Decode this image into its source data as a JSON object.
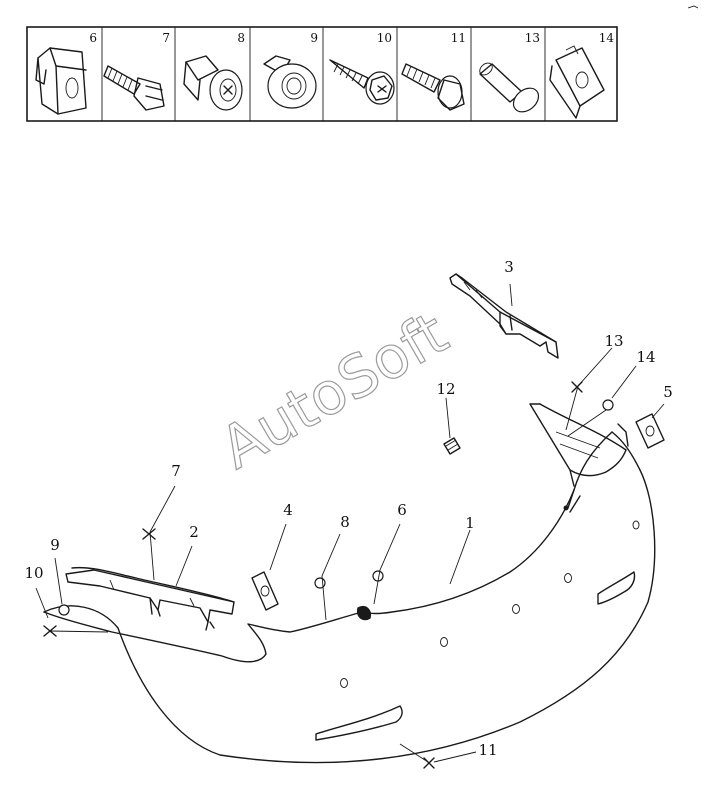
{
  "watermark": "AutoSoft",
  "legend": {
    "cells": [
      {
        "number": "6",
        "part": "clip-nut"
      },
      {
        "number": "7",
        "part": "flange-bolt"
      },
      {
        "number": "8",
        "part": "push-rivet"
      },
      {
        "number": "9",
        "part": "grommet"
      },
      {
        "number": "10",
        "part": "tapping-screw"
      },
      {
        "number": "11",
        "part": "flange-bolt"
      },
      {
        "number": "13",
        "part": "pin"
      },
      {
        "number": "14",
        "part": "u-nut"
      }
    ]
  },
  "callouts": {
    "c1": "1",
    "c2": "2",
    "c3": "3",
    "c4": "4",
    "c5": "5",
    "c6": "6",
    "c7": "7",
    "c8": "8",
    "c9": "9",
    "c10": "10",
    "c11": "11",
    "c12": "12",
    "c13": "13",
    "c14": "14"
  },
  "colors": {
    "line": "#1a1a1a",
    "watermark": "#9a9a9a",
    "background": "#ffffff"
  }
}
